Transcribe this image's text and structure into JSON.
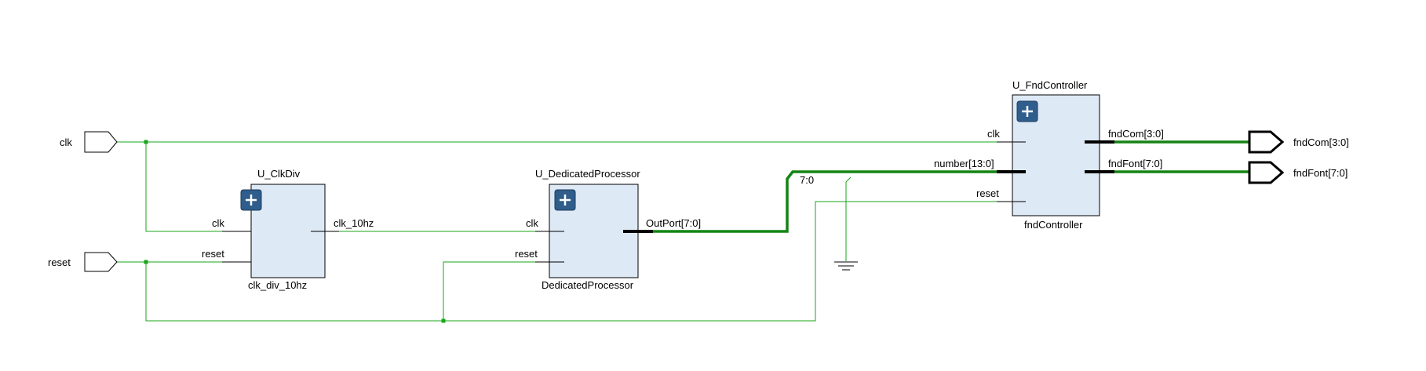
{
  "top_ports": {
    "clk": "clk",
    "reset": "reset",
    "fndCom": "fndCom[3:0]",
    "fndFont": "fndFont[7:0]"
  },
  "blocks": {
    "clkdiv": {
      "instance": "U_ClkDiv",
      "module": "clk_div_10hz",
      "pins": {
        "clk": "clk",
        "reset": "reset",
        "clk_10hz": "clk_10hz"
      }
    },
    "processor": {
      "instance": "U_DedicatedProcessor",
      "module": "DedicatedProcessor",
      "pins": {
        "clk": "clk",
        "reset": "reset",
        "outport": "OutPort[7:0]"
      }
    },
    "fnd": {
      "instance": "U_FndController",
      "module": "fndController",
      "pins": {
        "clk": "clk",
        "number": "number[13:0]",
        "reset": "reset",
        "fndCom": "fndCom[3:0]",
        "fndFont": "fndFont[7:0]"
      }
    }
  },
  "nets": {
    "slice_label": "7:0"
  },
  "colors": {
    "wire": "#1aa51a",
    "bus": "#138413",
    "block_fill": "#dee9f6",
    "expand_button": "#2f5d8c"
  },
  "icons": {
    "expand": "plus-icon",
    "ground": "ground-icon"
  }
}
